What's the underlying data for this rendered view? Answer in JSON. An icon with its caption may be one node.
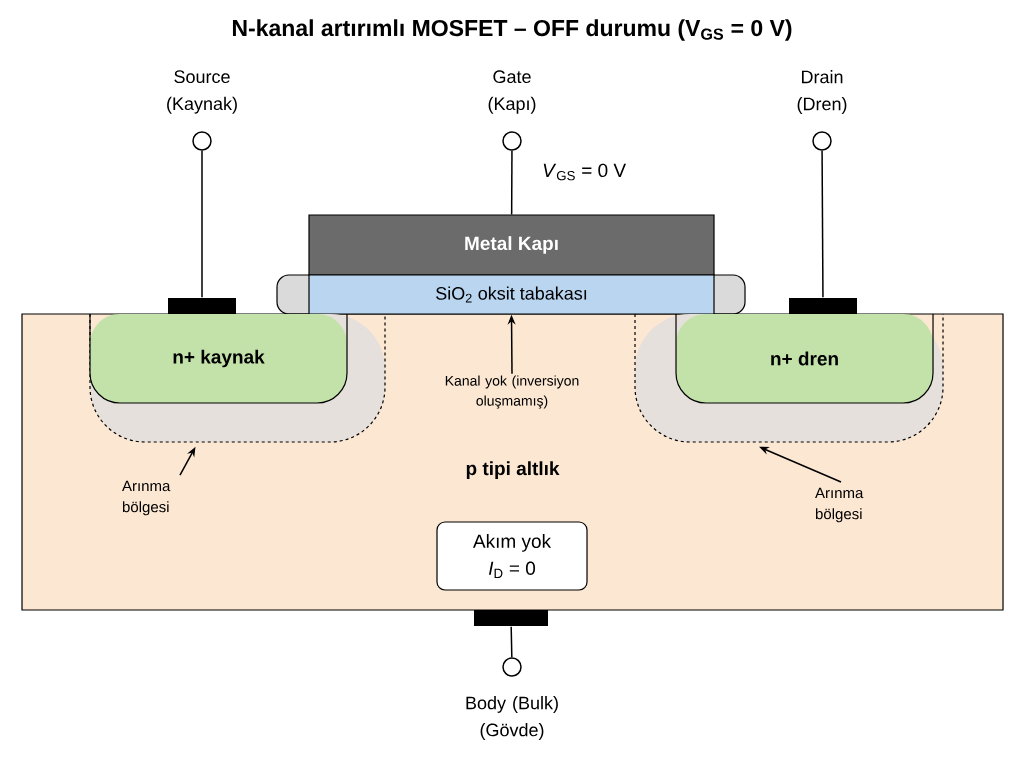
{
  "diagram": {
    "title": "N-kanal artırımlı MOSFET – OFF durumu (V$_{GS}$ = 0 V)",
    "nodes": [
      {
        "text": [
          "p tipi altlık"
        ]
      },
      {
        "text": [
          "n+ kaynak"
        ],
        "in": 4
      },
      {
        "text": [
          "n+ dren"
        ],
        "in": 5
      },
      {
        "text": [
          "Akım yok",
          "*I*$_{D}$ = 0"
        ],
        "in": 0
      },
      {
        "text": [],
        "shape": "band",
        "in": 0
      },
      {
        "text": [],
        "shape": "band",
        "in": 0
      },
      {
        "text": [
          "Kanal yok (inversiyon oluşmamış)"
        ],
        "in": 0
      },
      {
        "text": [
          "Arınma bölgesi"
        ],
        "in": 0
      },
      {
        "text": [
          "Arınma bölgesi"
        ],
        "in": 0
      },
      {
        "text": [
          "Metal Kapı"
        ]
      },
      {
        "text": [
          "SiO$_{2}$ oksit tabakası"
        ]
      },
      {
        "text": [],
        "shape": "bar"
      },
      {
        "text": [],
        "shape": "bar"
      },
      {
        "text": [],
        "shape": "bar"
      },
      {
        "text": [],
        "shape": "circle",
        "beside": [
          "Source (Kaynak)"
        ]
      },
      {
        "text": [],
        "shape": "circle",
        "beside": [
          "Gate (Kapı)"
        ]
      },
      {
        "text": [],
        "shape": "circle",
        "beside": [
          "Drain (Dren)"
        ]
      },
      {
        "text": [],
        "shape": "circle",
        "beside": [
          "Body (Bulk) (Gövde)"
        ]
      }
    ],
    "edges": [
      {
        "from": 14,
        "to": 11,
        "arrow": "none"
      },
      {
        "from": 15,
        "to": 9,
        "arrow": "none"
      },
      {
        "from": 16,
        "to": 12,
        "arrow": "none"
      },
      {
        "from": 17,
        "to": 13,
        "arrow": "none"
      },
      {
        "from": 6,
        "to": 10,
        "arrow": "to"
      },
      {
        "from": 7,
        "to": 4,
        "arrow": "to"
      },
      {
        "from": 8,
        "to": 5,
        "arrow": "to"
      }
    ],
    "labels": [
      "*V*$_{GS}$ = 0 V"
    ]
  }
}
